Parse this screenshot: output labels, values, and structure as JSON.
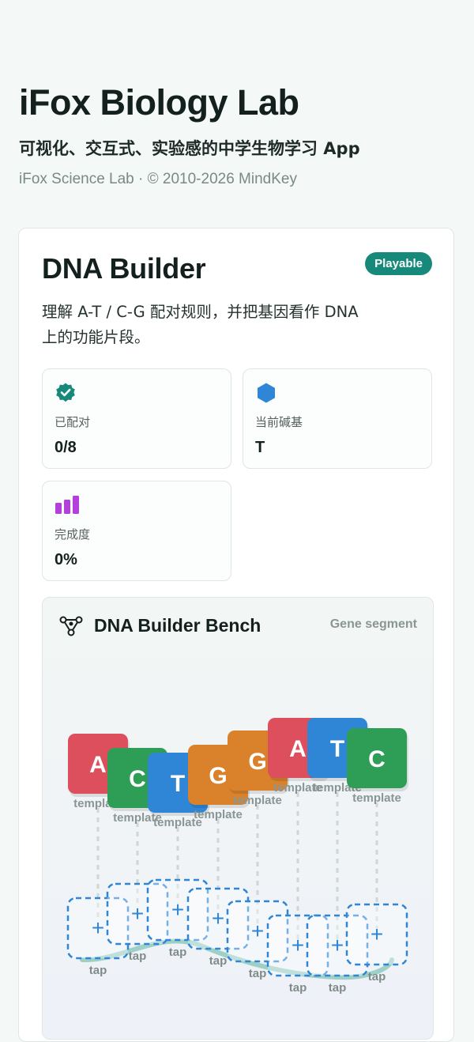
{
  "app": {
    "title": "iFox Biology Lab",
    "subtitle": "可视化、交互式、实验感的中学生物学习 App",
    "copyright": "iFox Science Lab · © 2010-2026 MindKey"
  },
  "module": {
    "title": "DNA Builder",
    "badge": "Playable",
    "description": "理解 A-T / C-G 配对规则，并把基因看作 DNA 上的功能片段。"
  },
  "stats": [
    {
      "icon": "verified-check-icon",
      "label": "已配对",
      "value": "0/8",
      "color": "#17897a"
    },
    {
      "icon": "hexagon-icon",
      "label": "当前碱基",
      "value": "T",
      "color": "#2f86d6"
    },
    {
      "icon": "bar-chart-icon",
      "label": "完成度",
      "value": "0%",
      "color": "#b43fdc"
    }
  ],
  "bench": {
    "icon": "molecule-icon",
    "title": "DNA Builder Bench",
    "tag": "Gene segment",
    "colors": {
      "A": "#dd4f5c",
      "T": "#2f86d6",
      "C": "#2e9e57",
      "G": "#d9822b"
    },
    "template_bases": [
      {
        "base": "A",
        "label": "template"
      },
      {
        "base": "C",
        "label": "template"
      },
      {
        "base": "T",
        "label": "template"
      },
      {
        "base": "G",
        "label": "template"
      },
      {
        "base": "G",
        "label": "template"
      },
      {
        "base": "A",
        "label": "template"
      },
      {
        "base": "T",
        "label": "template"
      },
      {
        "base": "C",
        "label": "template"
      }
    ],
    "slots": [
      {
        "symbol": "+",
        "label": "tap"
      },
      {
        "symbol": "+",
        "label": "tap"
      },
      {
        "symbol": "+",
        "label": "tap"
      },
      {
        "symbol": "+",
        "label": "tap"
      },
      {
        "symbol": "+",
        "label": "tap"
      },
      {
        "symbol": "+",
        "label": "tap"
      },
      {
        "symbol": "+",
        "label": "tap"
      },
      {
        "symbol": "+",
        "label": "tap"
      }
    ]
  }
}
